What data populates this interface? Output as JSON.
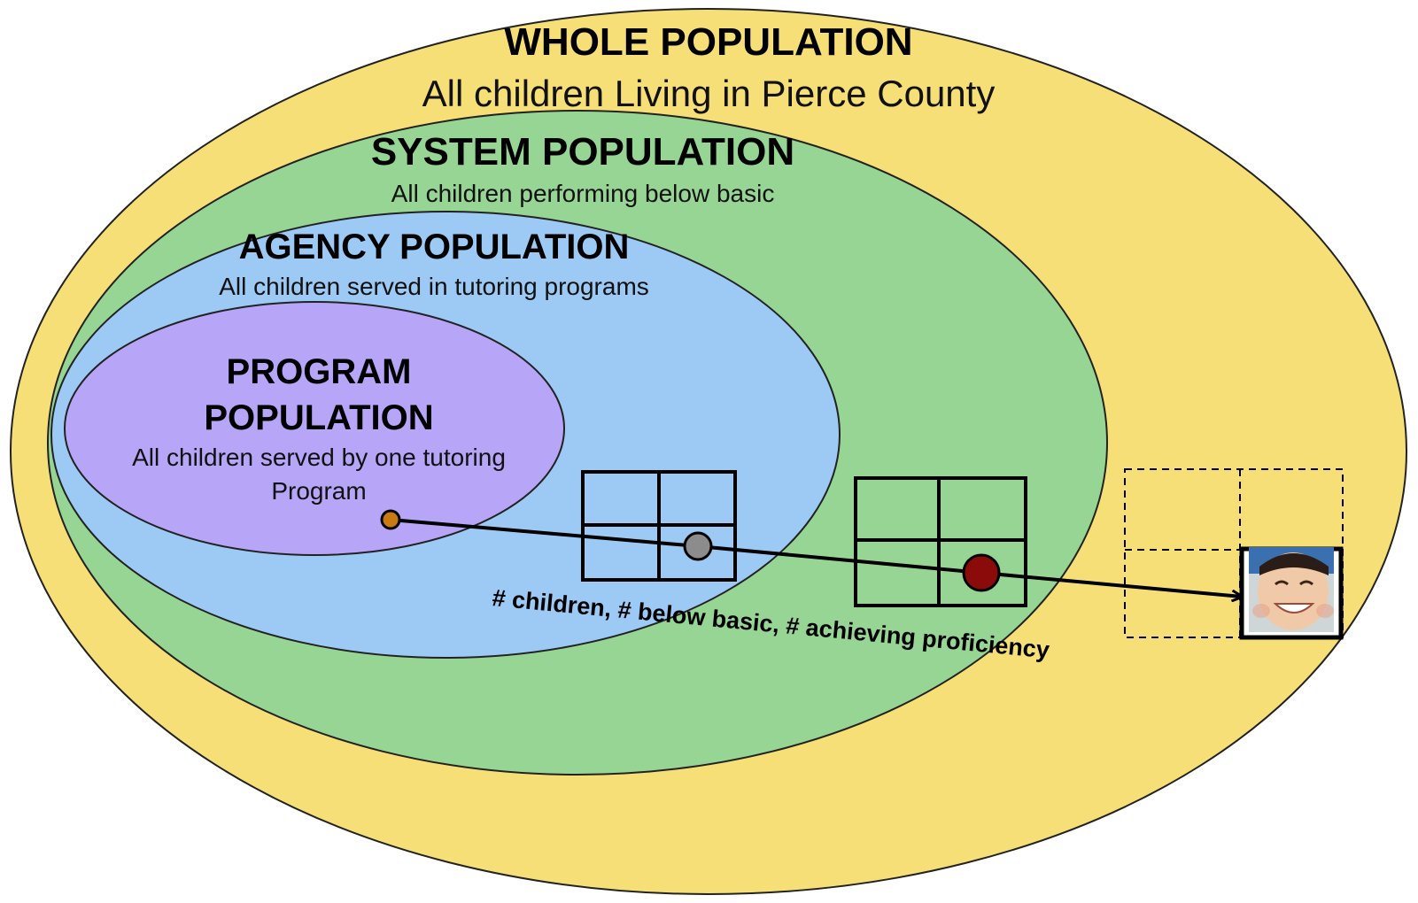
{
  "whole": {
    "title": "WHOLE POPULATION",
    "subtitle": "All children Living in Pierce County",
    "color": "#F7DF78"
  },
  "system": {
    "title": "SYSTEM POPULATION",
    "subtitle": "All children performing below basic",
    "color": "#97D594"
  },
  "agency": {
    "title": "AGENCY POPULATION",
    "subtitle": "All children served in tutoring programs",
    "color": "#9DC9F5"
  },
  "program": {
    "title_line1": "PROGRAM",
    "title_line2": "POPULATION",
    "subtitle_line1": "All children served by one tutoring",
    "subtitle_line2": "Program",
    "color": "#B7A5F7"
  },
  "flow": {
    "label": "# children, # below basic, # achieving proficiency",
    "program_dot_color": "#C97A10",
    "agency_dot_color": "#8C8C8C",
    "system_dot_color": "#8B0A0A"
  },
  "child_photo": {
    "icon": "child-face-icon"
  }
}
